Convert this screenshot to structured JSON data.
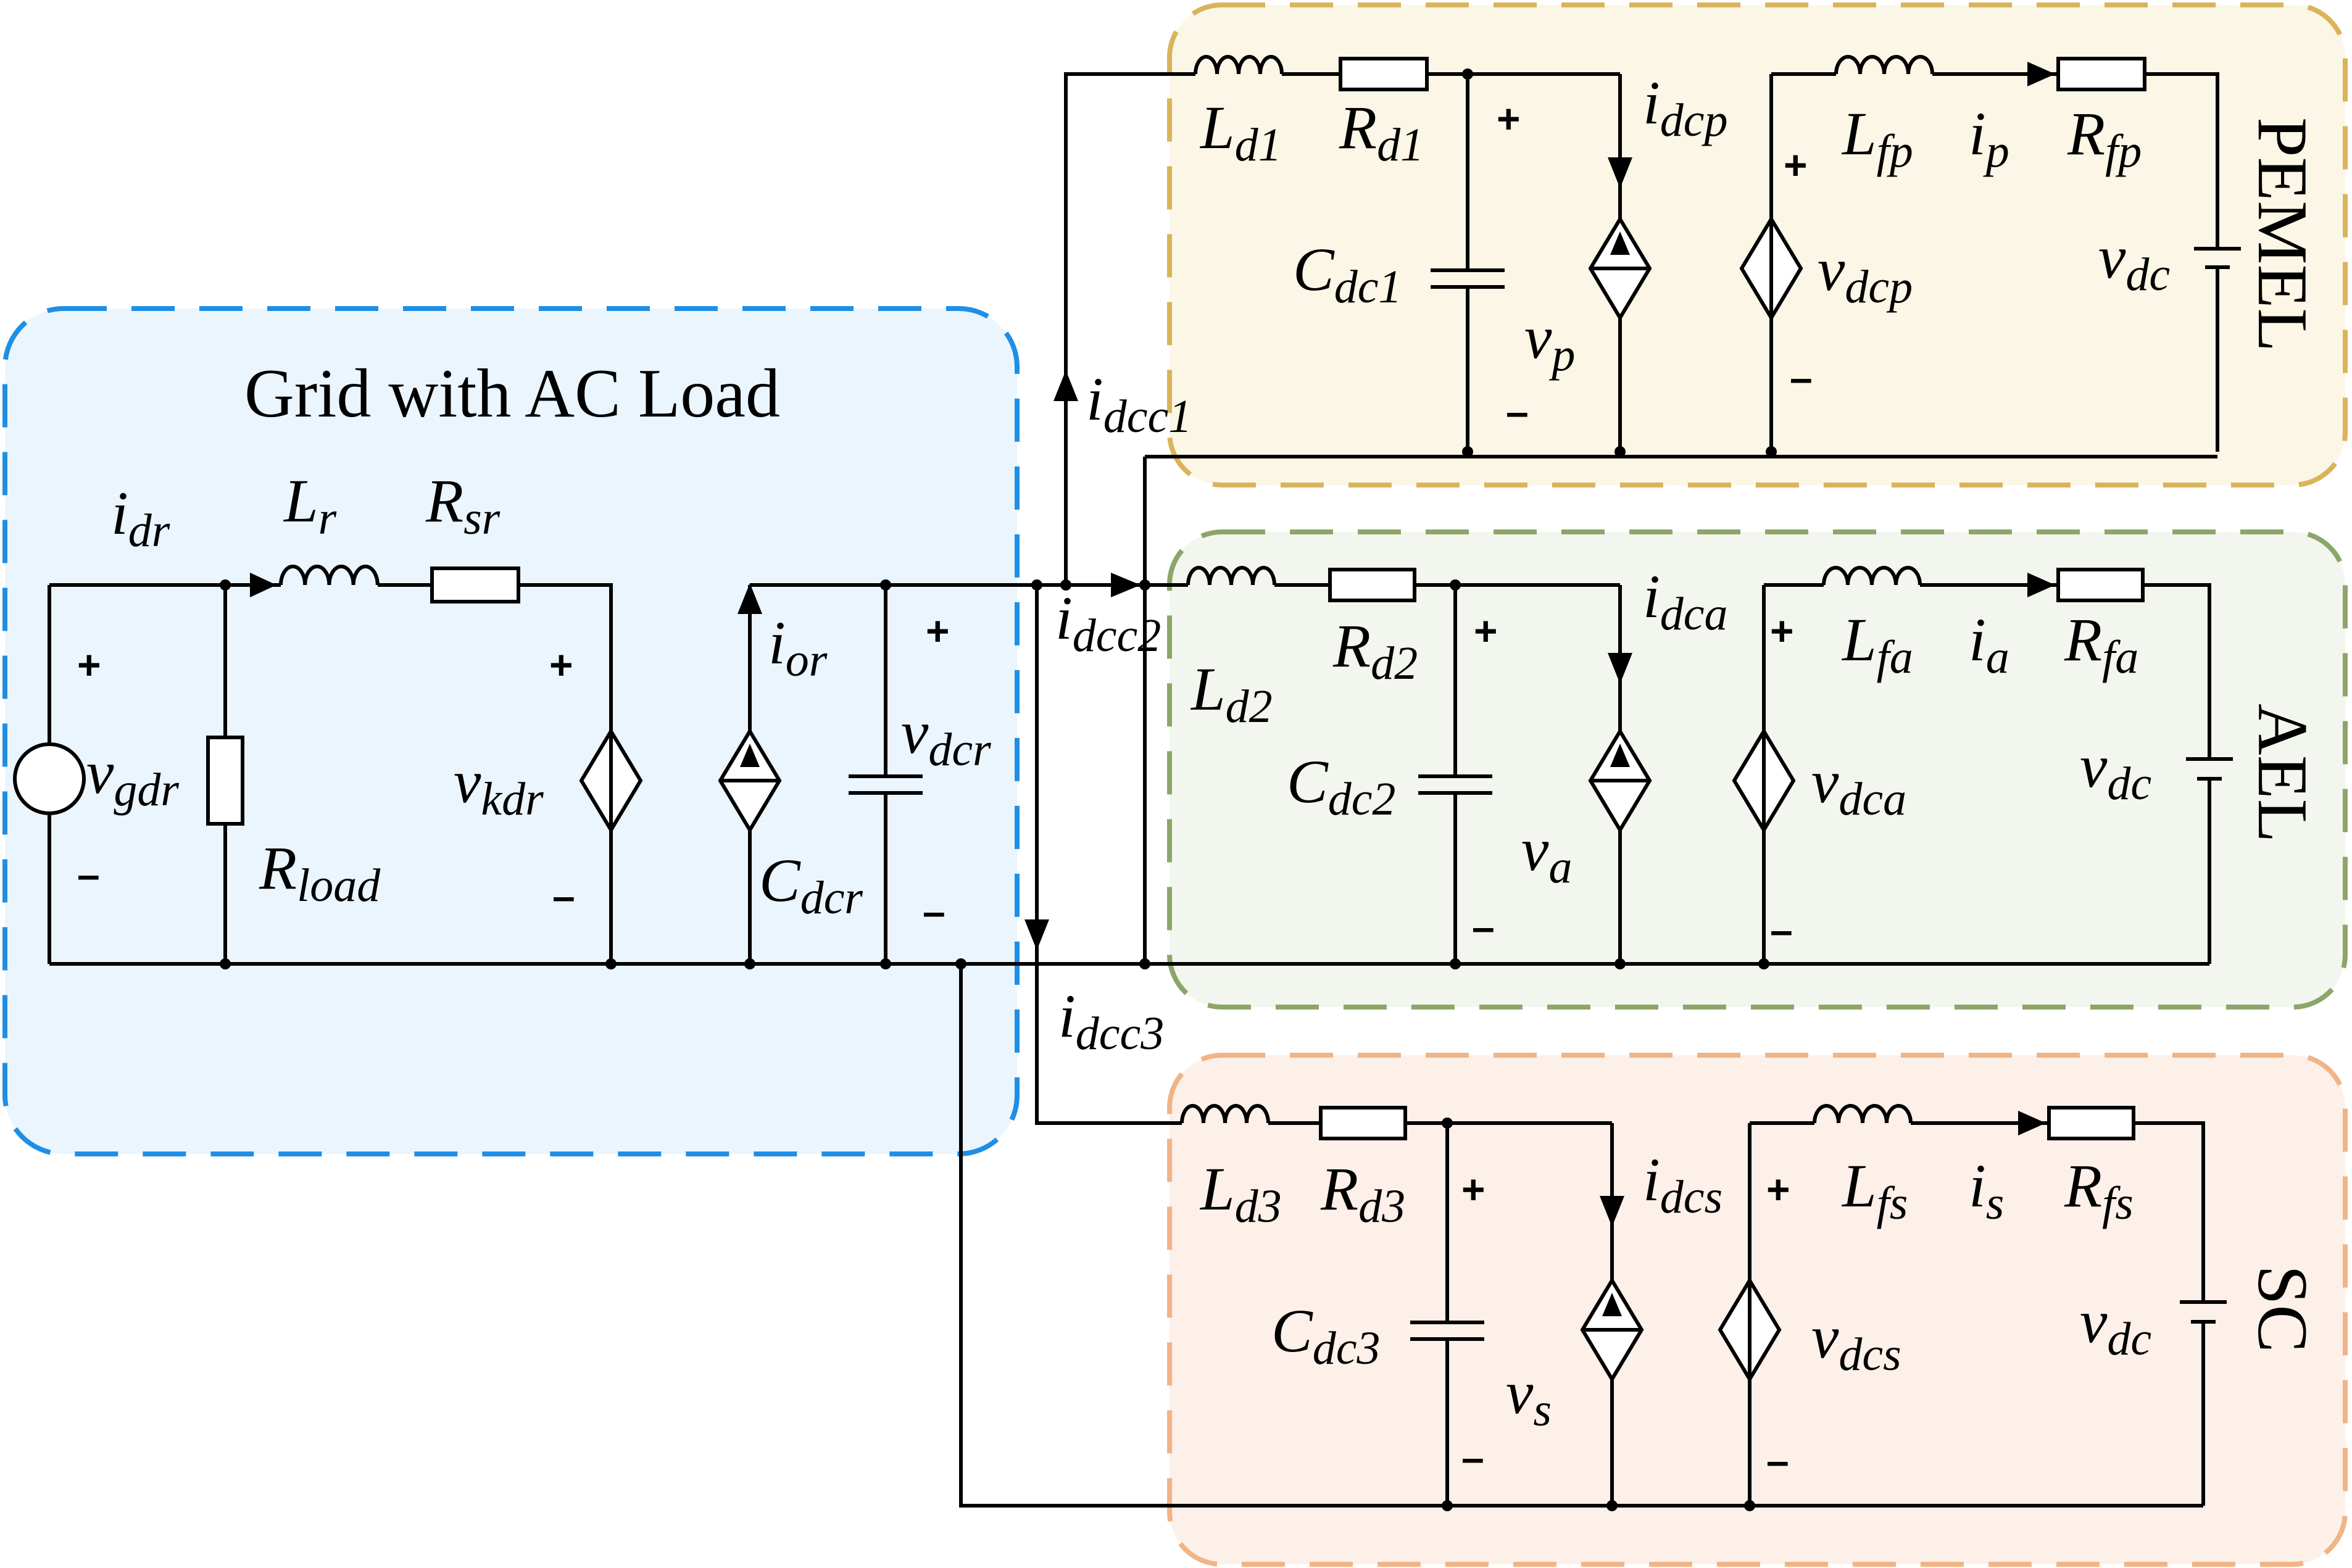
{
  "regions": {
    "grid": {
      "title": "Grid with AC Load",
      "stroke": "#1f8fe6",
      "fill": "#ebf5fd"
    },
    "pemel": {
      "title": "PEMEL",
      "stroke": "#d9b45a",
      "fill": "#fbf6e6"
    },
    "ael": {
      "title": "AEL",
      "stroke": "#8ca66a",
      "fill": "#f2f6ee"
    },
    "sc": {
      "title": "SC",
      "stroke": "#f1b487",
      "fill": "#fcf0e9"
    }
  },
  "grid_labels": {
    "i_dr": [
      "i",
      "dr"
    ],
    "L_r": [
      "L",
      "r"
    ],
    "R_sr": [
      "R",
      "sr"
    ],
    "v_gdr": [
      "v",
      "gdr"
    ],
    "R_load": [
      "R",
      "load"
    ],
    "v_kdr": [
      "v",
      "kdr"
    ],
    "i_or": [
      "i",
      "or"
    ],
    "v_dcr": [
      "v",
      "dcr"
    ],
    "C_dcr": [
      "C",
      "dcr"
    ]
  },
  "bus_labels": {
    "i_dcc1": [
      "i",
      "dcc1"
    ],
    "i_dcc2": [
      "i",
      "dcc2"
    ],
    "i_dcc3": [
      "i",
      "dcc3"
    ]
  },
  "pemel_labels": {
    "L_d1": [
      "L",
      "d1"
    ],
    "R_d1": [
      "R",
      "d1"
    ],
    "C_dc1": [
      "C",
      "dc1"
    ],
    "i_dcp": [
      "i",
      "dcp"
    ],
    "v_p": [
      "v",
      "p"
    ],
    "v_dcp": [
      "v",
      "dcp"
    ],
    "L_fp": [
      "L",
      "fp"
    ],
    "i_p": [
      "i",
      "p"
    ],
    "R_fp": [
      "R",
      "fp"
    ],
    "v_dc": [
      "v",
      "dc"
    ]
  },
  "ael_labels": {
    "L_d2": [
      "L",
      "d2"
    ],
    "R_d2": [
      "R",
      "d2"
    ],
    "C_dc2": [
      "C",
      "dc2"
    ],
    "i_dca": [
      "i",
      "dca"
    ],
    "v_a": [
      "v",
      "a"
    ],
    "v_dca": [
      "v",
      "dca"
    ],
    "L_fa": [
      "L",
      "fa"
    ],
    "i_a": [
      "i",
      "a"
    ],
    "R_fa": [
      "R",
      "fa"
    ],
    "v_dc": [
      "v",
      "dc"
    ]
  },
  "sc_labels": {
    "L_d3": [
      "L",
      "d3"
    ],
    "R_d3": [
      "R",
      "d3"
    ],
    "C_dc3": [
      "C",
      "dc3"
    ],
    "i_dcs": [
      "i",
      "dcs"
    ],
    "v_s": [
      "v",
      "s"
    ],
    "v_dcs": [
      "v",
      "dcs"
    ],
    "L_fs": [
      "L",
      "fs"
    ],
    "i_s": [
      "i",
      "s"
    ],
    "R_fs": [
      "R",
      "fs"
    ],
    "v_dc": [
      "v",
      "dc"
    ]
  },
  "signs": {
    "plus": "+",
    "minus": "–"
  }
}
